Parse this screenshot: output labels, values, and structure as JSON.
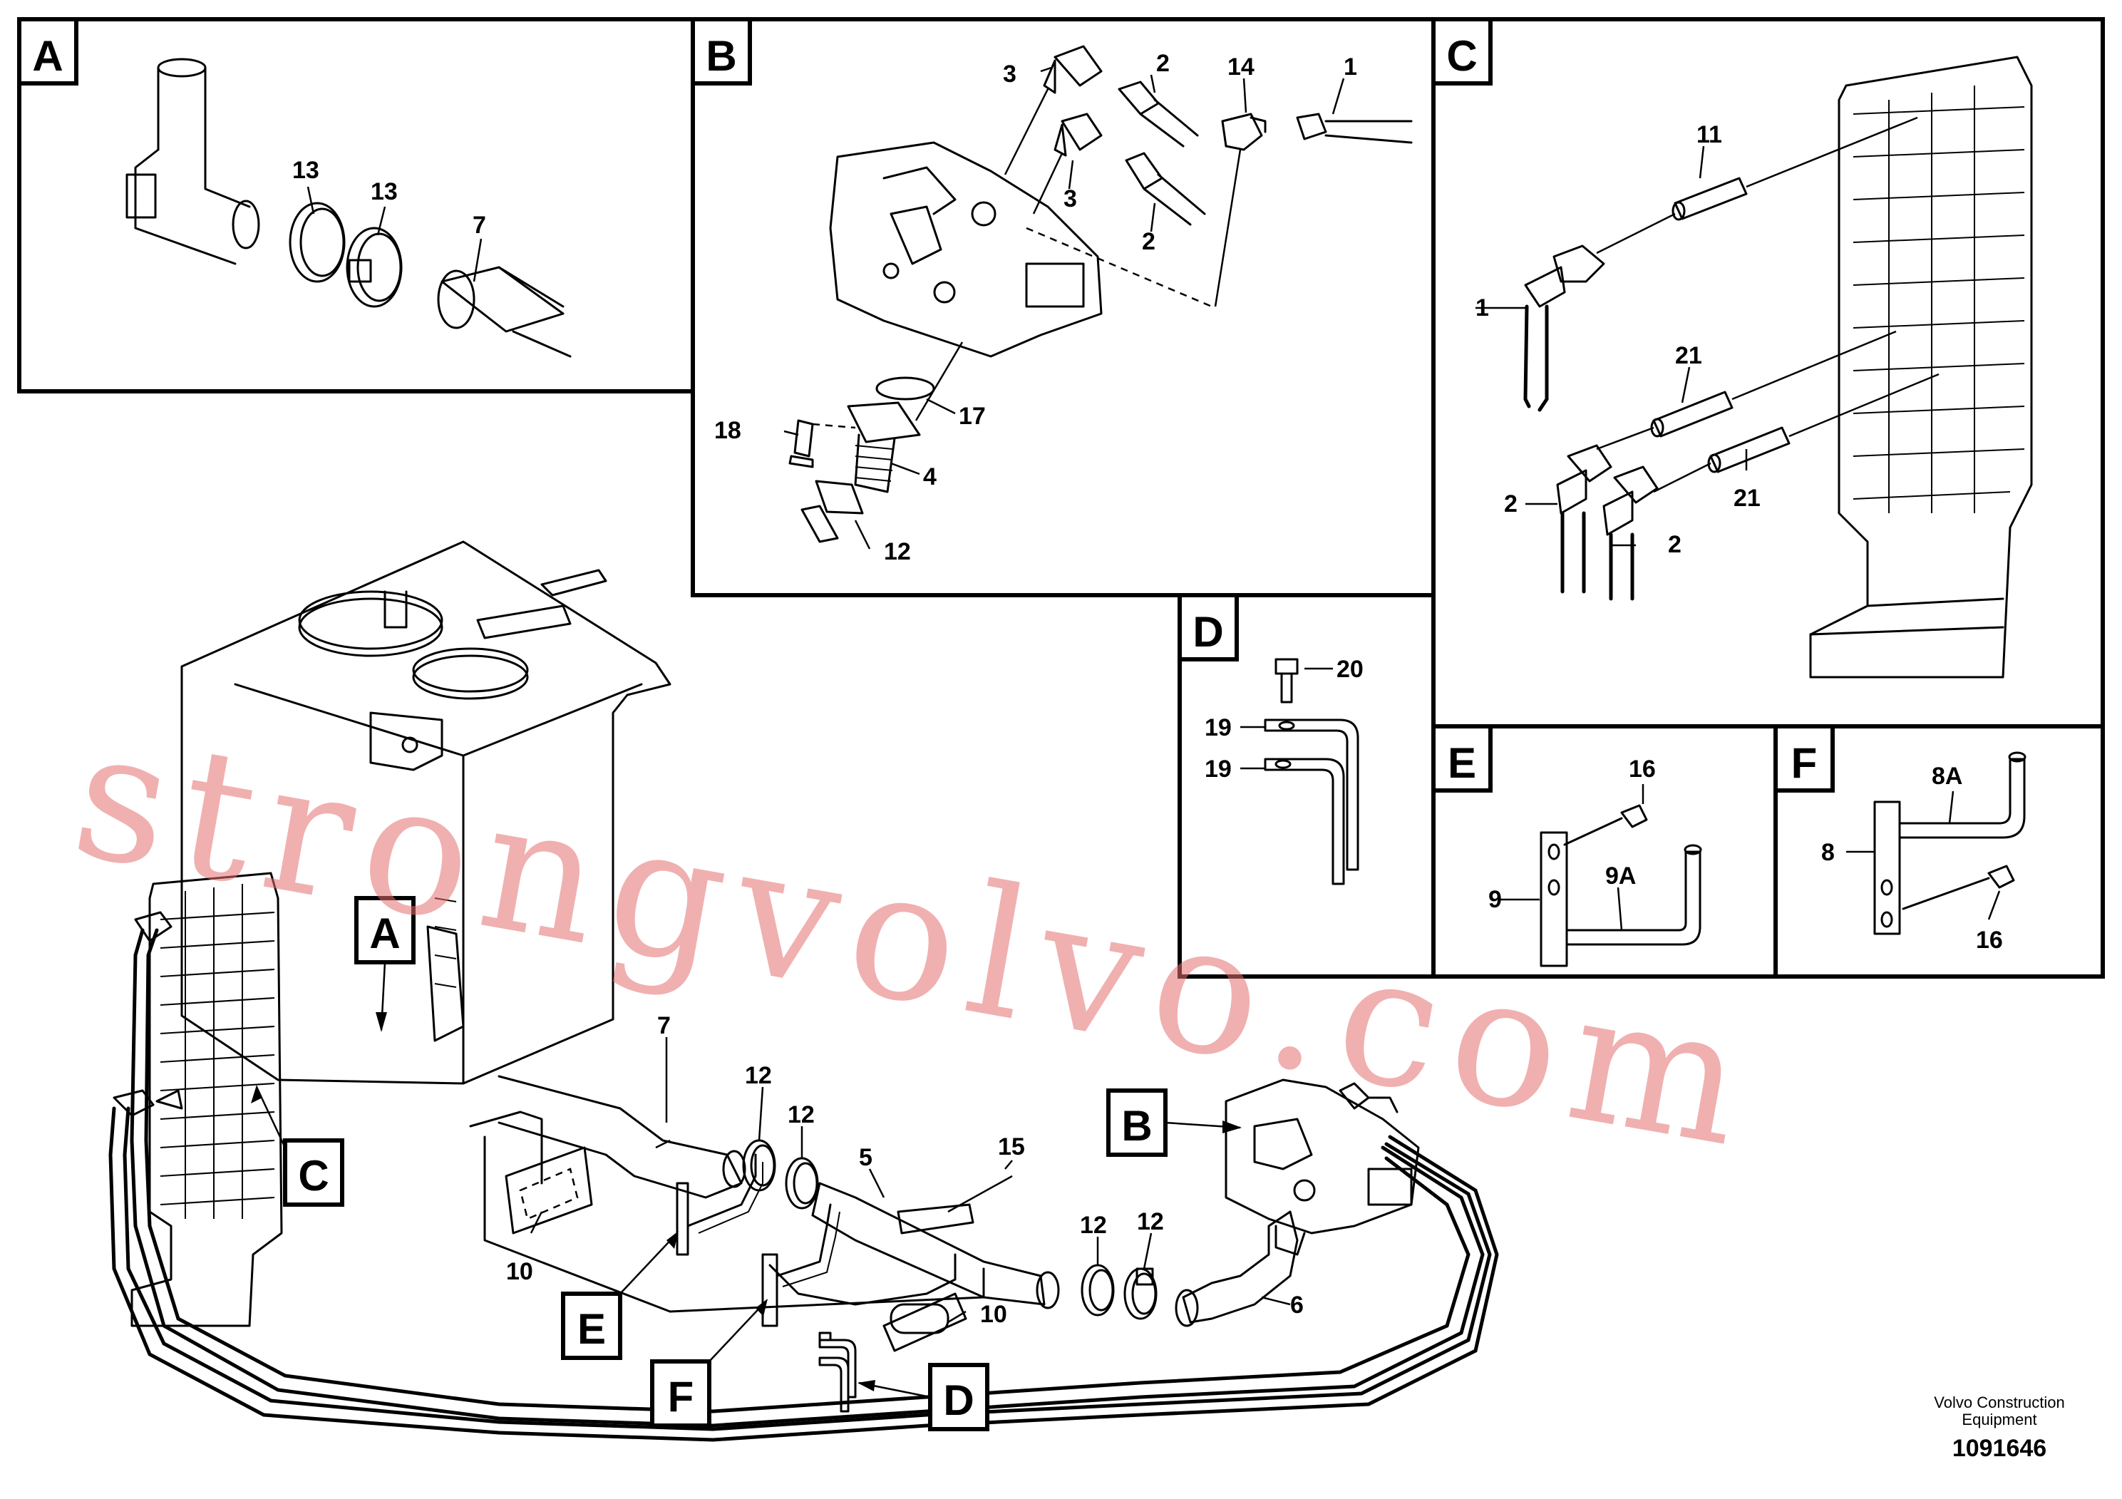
{
  "panels": {
    "A": {
      "letter": "A",
      "labels": {
        "clamp1": "13",
        "clamp2": "13",
        "hose": "7"
      }
    },
    "B": {
      "letter": "B",
      "labels": {
        "elbowTop": "3",
        "elbowBot": "3",
        "hoseTop": "2",
        "hoseBot": "2",
        "fitting": "14",
        "line": "1",
        "oring": "17",
        "flange": "4",
        "bolt": "18",
        "clamp": "12"
      }
    },
    "C": {
      "letter": "C",
      "labels": {
        "pipe": "11",
        "hose1": "1",
        "pipe21a": "21",
        "pipe21b": "21",
        "hose2a": "2",
        "hose2b": "2"
      }
    },
    "D": {
      "letter": "D",
      "labels": {
        "bolt": "20",
        "bracketA": "19",
        "bracketB": "19"
      }
    },
    "E": {
      "letter": "E",
      "labels": {
        "bolt": "16",
        "plate": "9",
        "tube": "9A"
      }
    },
    "F": {
      "letter": "F",
      "labels": {
        "tube": "8A",
        "plate": "8",
        "bolt": "16"
      }
    }
  },
  "main": {
    "callouts": {
      "A": "A",
      "B": "B",
      "C": "C",
      "D": "D",
      "E": "E",
      "F": "F"
    },
    "labels": {
      "hose7": "7",
      "clamp12a": "12",
      "clamp12b": "12",
      "pipe5": "5",
      "bolt15": "15",
      "clamp12c": "12",
      "clamp12d": "12",
      "hose6": "6",
      "tank10a": "10",
      "tank10b": "10"
    }
  },
  "watermark": "strongvolvo.com",
  "footer": {
    "company": "Volvo Construction",
    "company2": "Equipment",
    "doc_number": "1091646"
  }
}
